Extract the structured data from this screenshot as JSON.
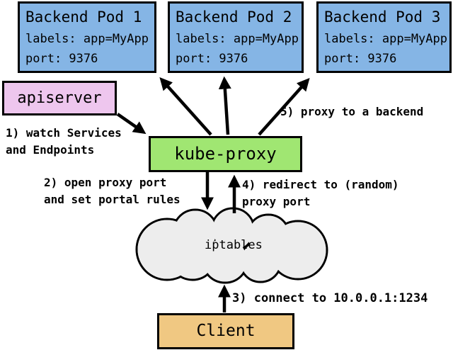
{
  "diagram": {
    "pods": [
      {
        "title": "Backend Pod 1",
        "labels": "labels: app=MyApp",
        "port": "port: 9376"
      },
      {
        "title": "Backend Pod 2",
        "labels": "labels: app=MyApp",
        "port": "port: 9376"
      },
      {
        "title": "Backend Pod 3",
        "labels": "labels: app=MyApp",
        "port": "port: 9376"
      }
    ],
    "apiserver": {
      "label": "apiserver"
    },
    "kube_proxy": {
      "label": "kube-proxy"
    },
    "iptables": {
      "label": "iptables"
    },
    "client": {
      "label": "Client"
    },
    "annotations": {
      "step1": "1) watch Services\nand Endpoints",
      "step2": "2) open proxy port\nand set portal rules",
      "step3": "3) connect to 10.0.0.1:1234",
      "step4": "4) redirect to (random)\nproxy port",
      "step5": "5) proxy to a backend"
    },
    "colors": {
      "pod_fill": "#85b5e5",
      "apiserver_fill": "#eec6ee",
      "kube_proxy_fill": "#a0e672",
      "client_fill": "#f0c882",
      "cloud_fill": "#ededed",
      "line": "#000000"
    }
  }
}
